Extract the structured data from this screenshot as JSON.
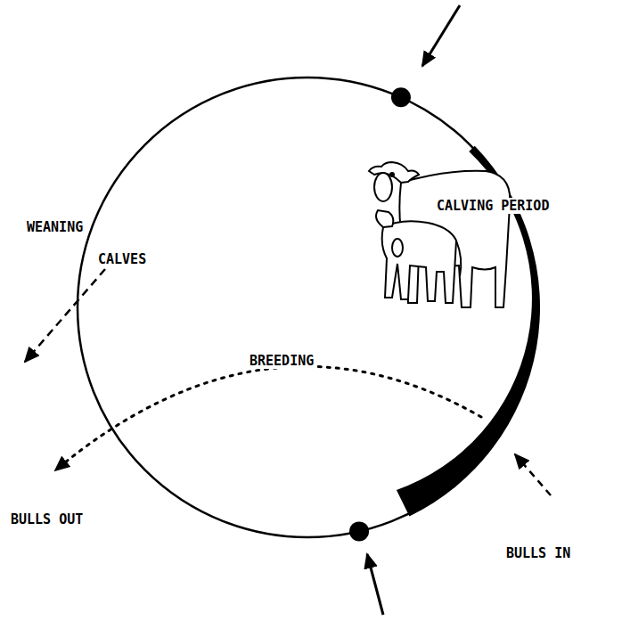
{
  "diagram": {
    "labels": [
      "WEANING",
      "CALVES",
      "CALVING PERIOD",
      "BREEDING",
      "BULLS OUT",
      "BULLS IN"
    ]
  }
}
